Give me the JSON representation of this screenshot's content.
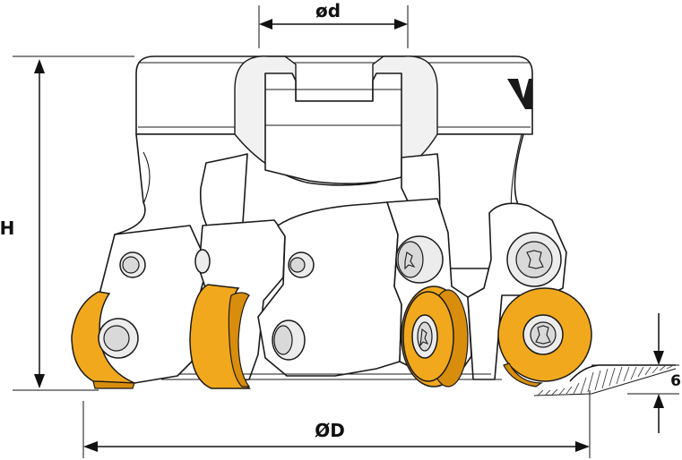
{
  "dimensions": {
    "bore_diameter": "ød",
    "cutter_diameter": "ØD",
    "height": "H",
    "max_depth_of_cut": "6"
  },
  "logo": {
    "text": "VE"
  },
  "colors": {
    "insert": "#f2a81d",
    "line": "#1a1a1a",
    "background": "#ffffff"
  }
}
